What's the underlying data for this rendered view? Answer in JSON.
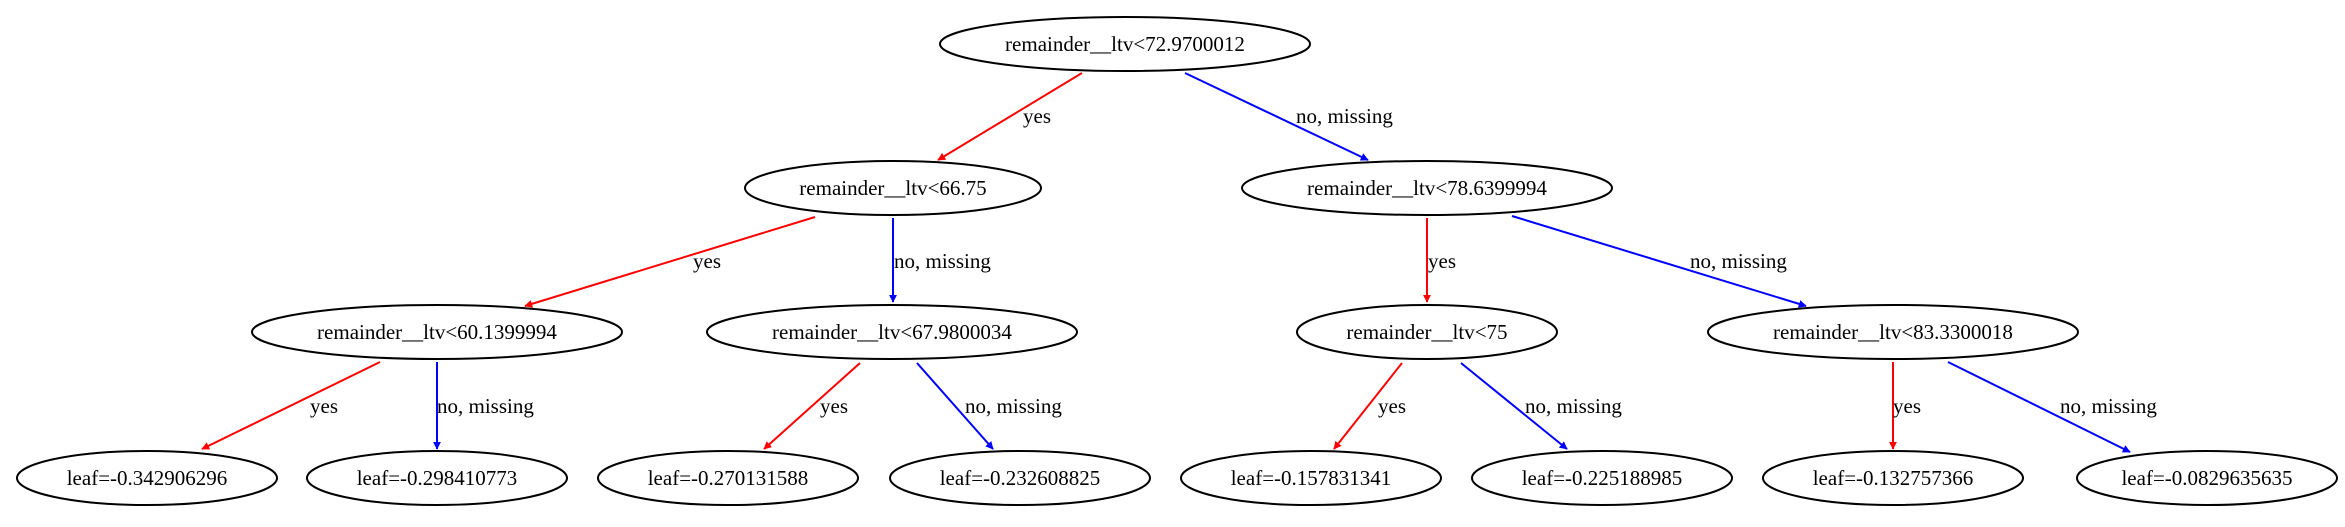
{
  "colors": {
    "yes": "#ff0000",
    "no": "#0000ff"
  },
  "nodes": [
    {
      "id": "n0",
      "label": "remainder__ltv<72.9700012"
    },
    {
      "id": "n1",
      "label": "remainder__ltv<66.75"
    },
    {
      "id": "n2",
      "label": "remainder__ltv<78.6399994"
    },
    {
      "id": "n3",
      "label": "remainder__ltv<60.1399994"
    },
    {
      "id": "n4",
      "label": "remainder__ltv<67.9800034"
    },
    {
      "id": "n5",
      "label": "remainder__ltv<75"
    },
    {
      "id": "n6",
      "label": "remainder__ltv<83.3300018"
    },
    {
      "id": "n7",
      "label": "leaf=-0.342906296"
    },
    {
      "id": "n8",
      "label": "leaf=-0.298410773"
    },
    {
      "id": "n9",
      "label": "leaf=-0.270131588"
    },
    {
      "id": "n10",
      "label": "leaf=-0.232608825"
    },
    {
      "id": "n11",
      "label": "leaf=-0.157831341"
    },
    {
      "id": "n12",
      "label": "leaf=-0.225188985"
    },
    {
      "id": "n13",
      "label": "leaf=-0.132757366"
    },
    {
      "id": "n14",
      "label": "leaf=-0.0829635635"
    }
  ],
  "edges": [
    {
      "from": "n0",
      "to": "n1",
      "label": "yes",
      "kind": "yes"
    },
    {
      "from": "n0",
      "to": "n2",
      "label": "no, missing",
      "kind": "no"
    },
    {
      "from": "n1",
      "to": "n3",
      "label": "yes",
      "kind": "yes"
    },
    {
      "from": "n1",
      "to": "n4",
      "label": "no, missing",
      "kind": "no"
    },
    {
      "from": "n2",
      "to": "n5",
      "label": "yes",
      "kind": "yes"
    },
    {
      "from": "n2",
      "to": "n6",
      "label": "no, missing",
      "kind": "no"
    },
    {
      "from": "n3",
      "to": "n7",
      "label": "yes",
      "kind": "yes"
    },
    {
      "from": "n3",
      "to": "n8",
      "label": "no, missing",
      "kind": "no"
    },
    {
      "from": "n4",
      "to": "n9",
      "label": "yes",
      "kind": "yes"
    },
    {
      "from": "n4",
      "to": "n10",
      "label": "no, missing",
      "kind": "no"
    },
    {
      "from": "n5",
      "to": "n11",
      "label": "yes",
      "kind": "yes"
    },
    {
      "from": "n5",
      "to": "n12",
      "label": "no, missing",
      "kind": "no"
    },
    {
      "from": "n6",
      "to": "n13",
      "label": "yes",
      "kind": "yes"
    },
    {
      "from": "n6",
      "to": "n14",
      "label": "no, missing",
      "kind": "no"
    }
  ]
}
